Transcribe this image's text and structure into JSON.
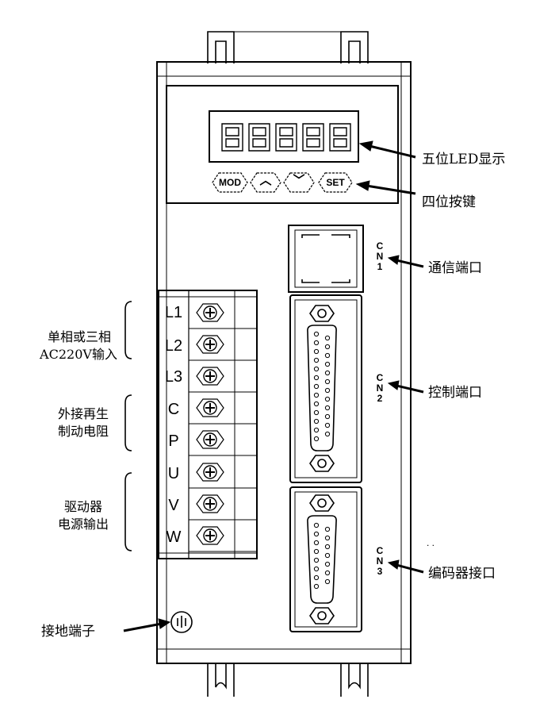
{
  "display": {
    "digits": 5
  },
  "buttons": {
    "mod": "MOD",
    "up": "︿",
    "down": "﹀",
    "set": "SET"
  },
  "terminals": [
    "L1",
    "L2",
    "L3",
    "C",
    "P",
    "U",
    "V",
    "W"
  ],
  "ports": {
    "cn1": "C\nN\n1",
    "cn2": "C\nN\n2",
    "cn3": "C\nN\n3"
  },
  "callouts": {
    "display": "五位LED显示",
    "keys": "四位按键",
    "comm_port": "通信端口",
    "control_port": "控制端口",
    "encoder_port": "编码器接口",
    "ground": "接地端子"
  },
  "groups": {
    "power_input": [
      "单相或三相",
      "AC220V输入"
    ],
    "regen": [
      "外接再生",
      "制动电阻"
    ],
    "motor_output": [
      "驱动器",
      "电源输出"
    ]
  },
  "cn3_dots": ". ."
}
